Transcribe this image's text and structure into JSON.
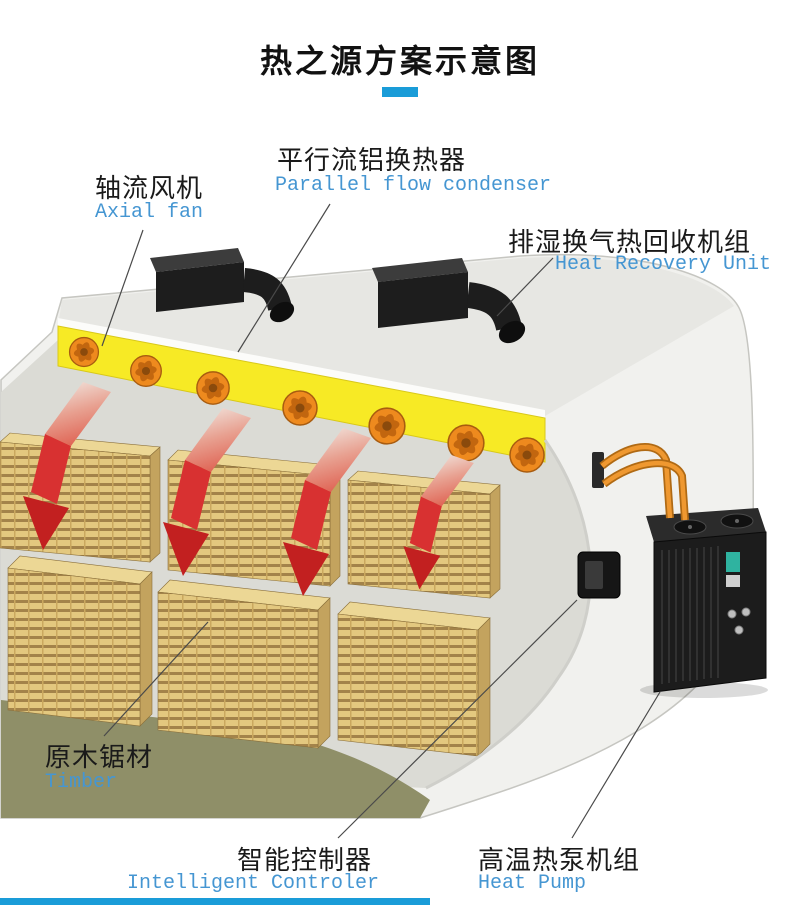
{
  "page": {
    "title": "热之源方案示意图",
    "accent_color": "#1a9cd8"
  },
  "labels": {
    "condenser": {
      "zh": "平行流铝换热器",
      "en": "Parallel flow condenser"
    },
    "axial_fan": {
      "zh": "轴流风机",
      "en": "Axial fan"
    },
    "heat_recovery": {
      "zh": "排湿换气热回收机组",
      "en": "Heat Recovery Unit"
    },
    "timber": {
      "zh": "原木锯材",
      "en": "Timber"
    },
    "controller": {
      "zh": "智能控制器",
      "en": "Intelligent Controler"
    },
    "heat_pump": {
      "zh": "高温热泵机组",
      "en": "Heat Pump"
    }
  },
  "diagram_parts": [
    "drying-chamber",
    "condenser-panel",
    "axial-fan-icon",
    "airflow-arrow-icon",
    "timber-stack",
    "heat-recovery-duct",
    "controller-box",
    "heat-pump-unit",
    "refrigerant-pipes",
    "chamber-floor"
  ],
  "colors": {
    "label_en": "#4596d2",
    "label_zh": "#1a1a1a",
    "ceiling_panel": "#f7ea25",
    "fan": "#ee8a1e",
    "timber_front": "#e3c87f",
    "timber_stripe": "#a3834a",
    "airflow": "#d83131",
    "equipment": "#1c1c1c",
    "pipe": "#ef9830",
    "floor": "#8f8f68"
  }
}
